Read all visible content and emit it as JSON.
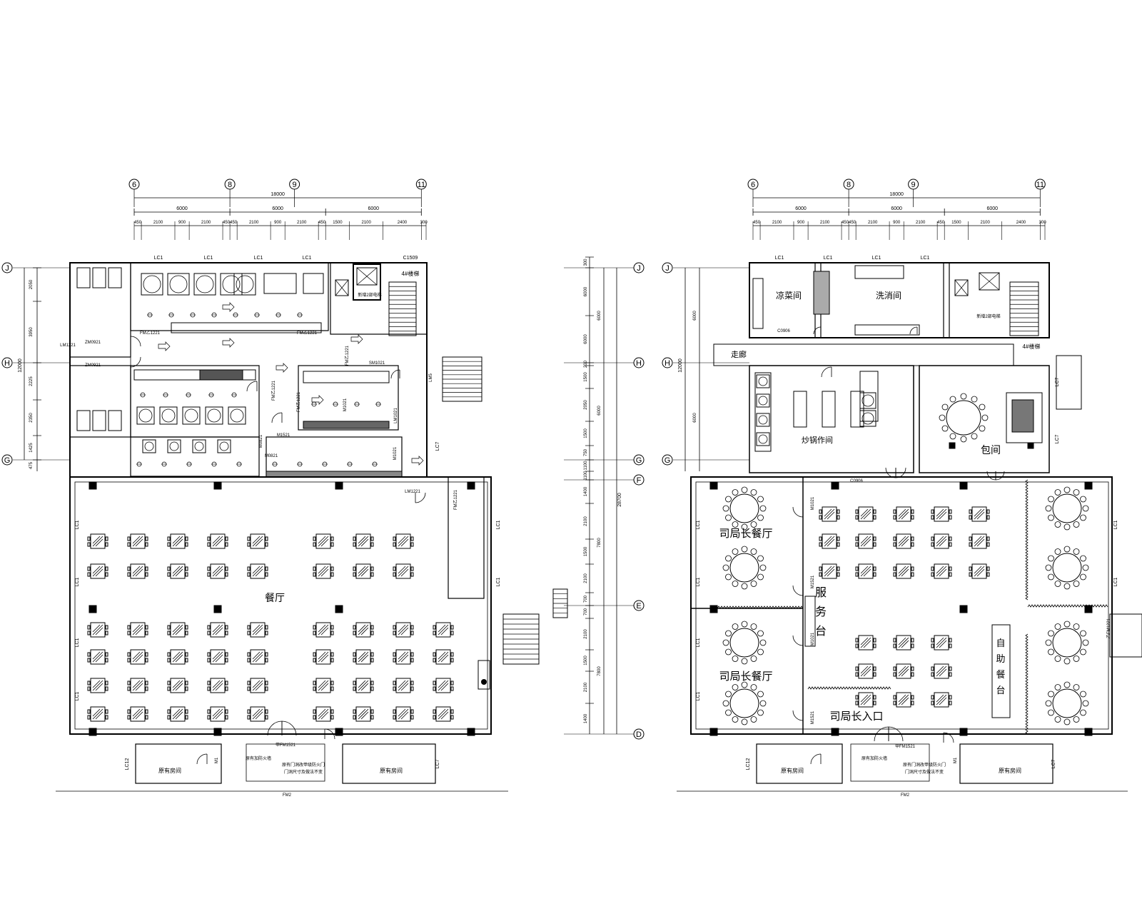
{
  "plans": [
    {
      "grid_cols": [
        "6",
        "8",
        "9",
        "11"
      ],
      "grid_rows": [
        "J",
        "H",
        "G"
      ],
      "dim_total": "18000",
      "dim_spans": [
        "6000",
        "6000",
        "6000"
      ],
      "dim_detail": [
        "450",
        "2100",
        "900",
        "2100",
        "450",
        "450",
        "2100",
        "900",
        "2100",
        "450",
        "1500",
        "2100",
        "2400",
        "300"
      ],
      "dim_left_total": "12000",
      "dim_left_parts": [
        "2050",
        "3950",
        "2225",
        "2350",
        "1425",
        "475"
      ],
      "window_labels": [
        "LC1",
        "LC1",
        "LC1",
        "LC1",
        "C1509",
        "LC1",
        "LC1",
        "LC1",
        "LC1",
        "LC1",
        "LC1",
        "LC12",
        "LC7",
        "LC7"
      ],
      "door_labels": [
        "ZM0921",
        "LM1221",
        "ZM0921",
        "FM乙1221",
        "FM乙1221",
        "FM乙1221",
        "FM乙1221",
        "FM乙1221",
        "SM1021",
        "LM5",
        "LM1021",
        "M1521",
        "M0821",
        "M0821",
        "M1021",
        "LM1221",
        "FM乙1221",
        "M1021",
        "甲FM1521",
        "M1",
        "FM2"
      ],
      "room_labels": {
        "stair": "4#楼梯",
        "elevator_new": "新增2部电梯",
        "hall": "餐厅",
        "orig_room_left": "原有房间",
        "orig_room_right": "原有房间",
        "fire_note": "原有加防火墙",
        "door_note_1": "原有门洞改甲级防火门",
        "door_note_2": "门洞尺寸及做法不变"
      }
    },
    {
      "grid_cols": [
        "6",
        "8",
        "9",
        "11"
      ],
      "grid_rows": [
        "J",
        "H",
        "G"
      ],
      "dim_total": "18000",
      "dim_spans": [
        "6000",
        "6000",
        "6000"
      ],
      "dim_detail": [
        "450",
        "2100",
        "900",
        "2100",
        "450",
        "450",
        "2100",
        "900",
        "2100",
        "450",
        "1500",
        "2100",
        "2400",
        "300"
      ],
      "dim_left_total": "12000",
      "dim_left_parts": [
        "6000",
        "6000"
      ],
      "window_labels": [
        "LC1",
        "LC1",
        "LC1",
        "LC1",
        "LC7",
        "LC7",
        "LC1",
        "LC1",
        "LC1",
        "LC1",
        "LC1",
        "LC1",
        "LC12",
        "LC7"
      ],
      "door_labels": [
        "C0906",
        "C0906",
        "M1021",
        "M1521",
        "M1021",
        "M1521",
        "乙FM1221",
        "甲FM1521",
        "M1",
        "FM2"
      ],
      "room_labels": {
        "cold_room": "凉菜间",
        "dish_room": "洗消间",
        "corridor": "走廊",
        "stair": "4#楼梯",
        "elevator_new": "新增2部电梯",
        "cook_room": "炒锅作间",
        "private_room": "包间",
        "director_hall_1": "司局长餐厅",
        "director_hall_2": "司局长餐厅",
        "service": "服务台",
        "buffet": "自助餐台",
        "entrance": "司局长入口",
        "orig_room_left": "原有房间",
        "orig_room_right": "原有房间",
        "fire_note": "原有加防火墙",
        "door_note_1": "原有门洞改甲级防火门",
        "door_note_2": "门洞尺寸及做法不变"
      }
    }
  ],
  "mid_dims": {
    "grid_rows": [
      "J",
      "H",
      "G",
      "F",
      "E",
      "D"
    ],
    "total": "28700",
    "parts": [
      "300",
      "6000",
      "6000",
      "200",
      "1500",
      "2050",
      "1500",
      "750",
      "1100",
      "1100",
      "1400",
      "2100",
      "1500",
      "2100",
      "700",
      "700",
      "2100",
      "1500",
      "2100",
      "1400"
    ],
    "sub_totals": [
      "6000",
      "6000",
      "7800",
      "7800"
    ]
  },
  "colors": {
    "line": "#000000",
    "background": "#ffffff"
  }
}
